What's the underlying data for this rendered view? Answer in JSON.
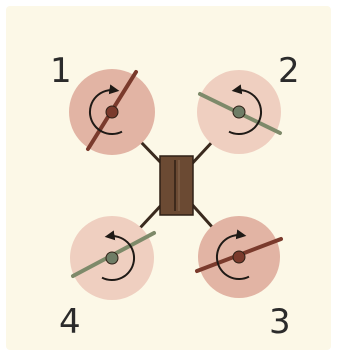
{
  "colors": {
    "background": "#fcf8e7",
    "frame": "#3a2a1e",
    "body": "#6b4a33",
    "disc_red": "#e2b4a4",
    "disc_light": "#efcfc0",
    "blade_red": "#7a3a2c",
    "blade_green": "#7e8a6a",
    "hub_red": "#7a3a2c",
    "hub_green": "#6f7d66",
    "arrow": "#1f1a16"
  },
  "rotors": [
    {
      "label": "1",
      "rotation": "clockwise",
      "blade_color": "red"
    },
    {
      "label": "2",
      "rotation": "counterclockwise",
      "blade_color": "green"
    },
    {
      "label": "3",
      "rotation": "clockwise",
      "blade_color": "red"
    },
    {
      "label": "4",
      "rotation": "counterclockwise",
      "blade_color": "green"
    }
  ]
}
